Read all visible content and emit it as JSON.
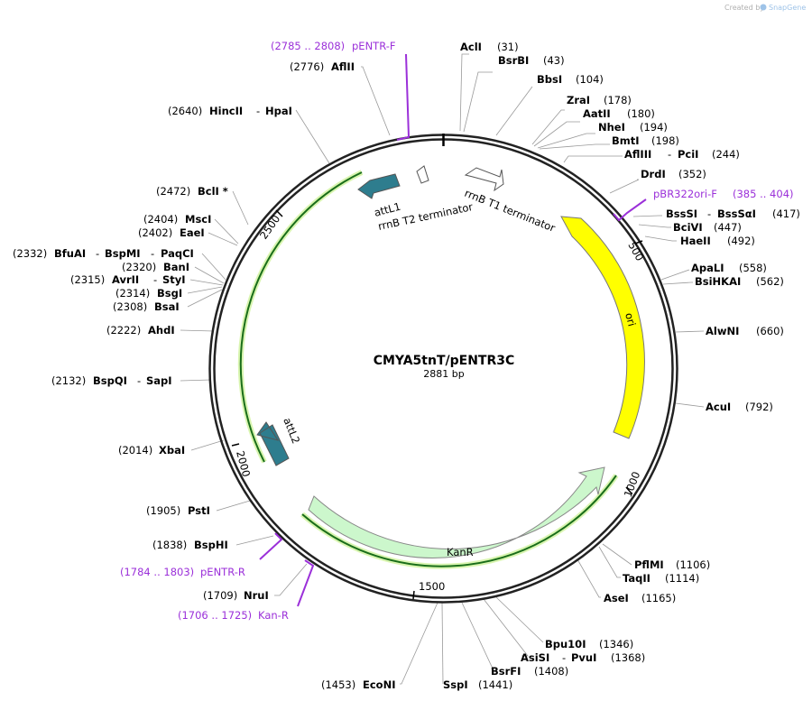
{
  "credit": {
    "prefix": "Created by",
    "brand": "SnapGene"
  },
  "plasmid": {
    "name": "CMYA5tnT/pENTR3C",
    "size_label": "2881 bp",
    "length": 2881
  },
  "tick_labels": [
    "500",
    "1000",
    "1500",
    "2000",
    "2500"
  ],
  "sites": [
    {
      "pos": "(31)",
      "name": "AclI"
    },
    {
      "pos": "(43)",
      "name": "BsrBI"
    },
    {
      "pos": "(104)",
      "name": "BbsI"
    },
    {
      "pos": "(178)",
      "name": "ZraI"
    },
    {
      "pos": "(180)",
      "name": "AatII"
    },
    {
      "pos": "(194)",
      "name": "NheI"
    },
    {
      "pos": "(198)",
      "name": "BmtI"
    },
    {
      "pos": "(244)",
      "name": "AflIII",
      "name2": "PciI"
    },
    {
      "pos": "(352)",
      "name": "DrdI"
    },
    {
      "pos": "(417)",
      "name": "BssSI",
      "name2": "BssSαI"
    },
    {
      "pos": "(447)",
      "name": "BciVI"
    },
    {
      "pos": "(492)",
      "name": "HaeII"
    },
    {
      "pos": "(558)",
      "name": "ApaLI"
    },
    {
      "pos": "(562)",
      "name": "BsiHKAI"
    },
    {
      "pos": "(660)",
      "name": "AlwNI"
    },
    {
      "pos": "(792)",
      "name": "AcuI"
    },
    {
      "pos": "(1106)",
      "name": "PflMI"
    },
    {
      "pos": "(1114)",
      "name": "TaqII"
    },
    {
      "pos": "(1165)",
      "name": "AseI"
    },
    {
      "pos": "(1346)",
      "name": "Bpu10I"
    },
    {
      "pos": "(1368)",
      "name": "AsiSI",
      "name2": "PvuI"
    },
    {
      "pos": "(1408)",
      "name": "BsrFI"
    },
    {
      "pos": "(1441)",
      "name": "SspI"
    },
    {
      "pos": "(1453)",
      "name": "EcoNI"
    },
    {
      "pos": "(1709)",
      "name": "NruI"
    },
    {
      "pos": "(1838)",
      "name": "BspHI"
    },
    {
      "pos": "(1905)",
      "name": "PstI"
    },
    {
      "pos": "(2014)",
      "name": "XbaI"
    },
    {
      "pos": "(2132)",
      "name": "BspQI",
      "name2": "SapI"
    },
    {
      "pos": "(2222)",
      "name": "AhdI"
    },
    {
      "pos": "(2308)",
      "name": "BsaI"
    },
    {
      "pos": "(2314)",
      "name": "BsgI"
    },
    {
      "pos": "(2315)",
      "name": "AvrII",
      "name2": "StyI"
    },
    {
      "pos": "(2320)",
      "name": "BanI"
    },
    {
      "pos": "(2332)",
      "name": "BfuAI",
      "name2": "BspMI",
      "name3": "PaqCI"
    },
    {
      "pos": "(2402)",
      "name": "EaeI"
    },
    {
      "pos": "(2404)",
      "name": "MscI"
    },
    {
      "pos": "(2472)",
      "name": "BclI *"
    },
    {
      "pos": "(2640)",
      "name": "HincII",
      "name2": "HpaI"
    },
    {
      "pos": "(2776)",
      "name": "AflII"
    }
  ],
  "primers": [
    {
      "range": "(2785 .. 2808)",
      "name": "pENTR-F"
    },
    {
      "range": "(385 .. 404)",
      "name": "pBR322ori-F"
    },
    {
      "range": "(1784 .. 1803)",
      "name": "pENTR-R"
    },
    {
      "range": "(1706 .. 1725)",
      "name": "Kan-R"
    }
  ],
  "features": [
    {
      "name": "attL1",
      "color": "#2e7d8e"
    },
    {
      "name": "rrnB T2 terminator",
      "color": "#ffffff"
    },
    {
      "name": "rrnB T1 terminator",
      "color": "#ffffff"
    },
    {
      "name": "ori",
      "color": "#ffff00"
    },
    {
      "name": "KanR",
      "color": "#ccf7cc"
    },
    {
      "name": "attL2",
      "color": "#2e7d8e"
    }
  ],
  "colors": {
    "primer": "#9b30d9",
    "orf": "#1a6e1a",
    "backbone": "#222222"
  }
}
